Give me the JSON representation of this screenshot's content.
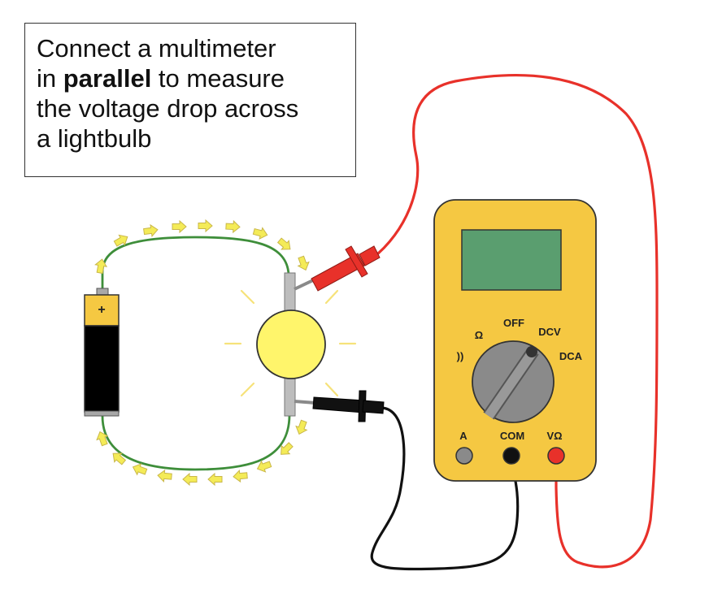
{
  "caption": {
    "line1": "Connect a multimeter",
    "line2_prefix": "in ",
    "line2_bold": "parallel",
    "line2_suffix": " to measure",
    "line3": "the voltage drop across",
    "line4": "a lightbulb"
  },
  "battery": {
    "plus_label": "+"
  },
  "multimeter": {
    "dial": {
      "off": "OFF",
      "ohm": "Ω",
      "dcv": "DCV",
      "dca": "DCA",
      "continuity": "))"
    },
    "jacks": {
      "a": "A",
      "com": "COM",
      "vohm": "VΩ"
    }
  },
  "colors": {
    "meter_body": "#F5C842",
    "meter_screen": "#5A9E6F",
    "dial": "#8A8A8A",
    "wire": "#3E8E3A",
    "red_lead": "#E8312A",
    "black_lead": "#111111",
    "bulb": "#FFF56B",
    "arrow": "#F4EB57"
  },
  "icons": [
    "current-flow-arrow-icon",
    "probe-icon",
    "continuity-icon"
  ]
}
